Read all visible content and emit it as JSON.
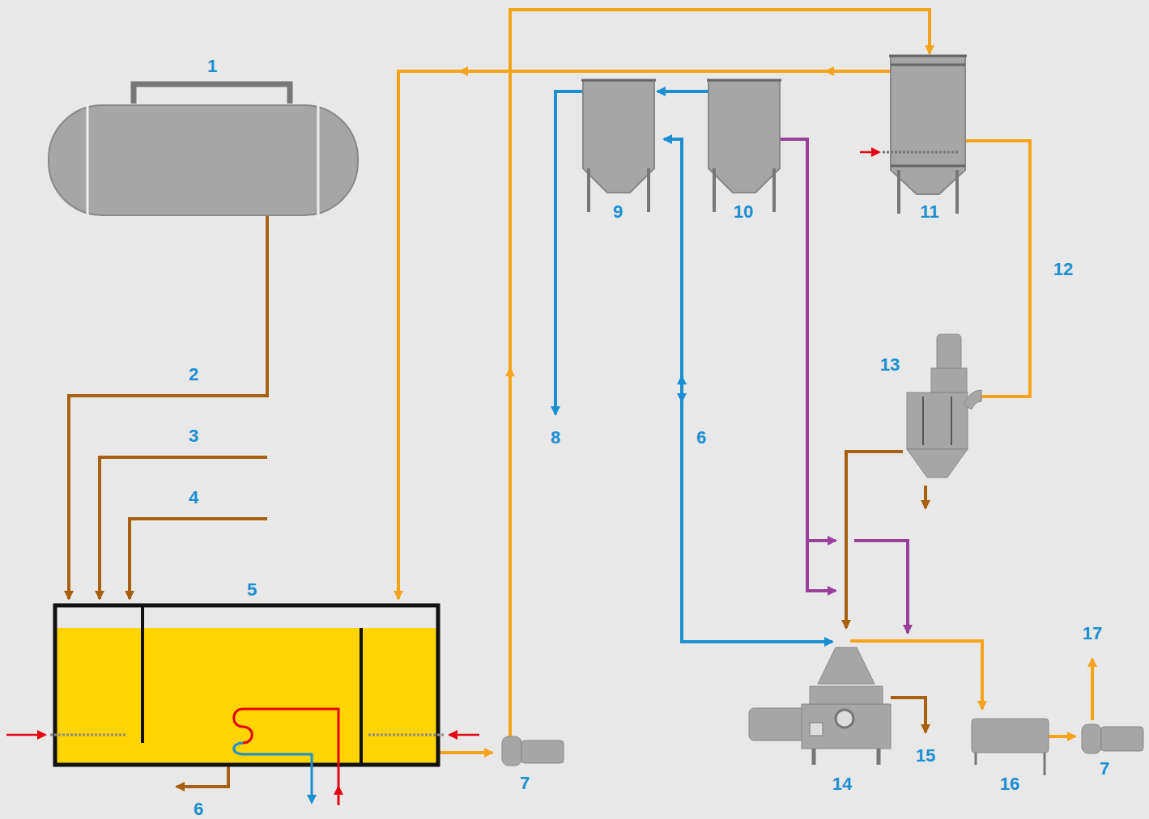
{
  "diagram": {
    "labels": [
      "1",
      "9",
      "10",
      "11",
      "12",
      "13",
      "2",
      "8",
      "6",
      "3",
      "4",
      "5",
      "17",
      "15",
      "7",
      "14",
      "16",
      "7",
      "6"
    ]
  }
}
